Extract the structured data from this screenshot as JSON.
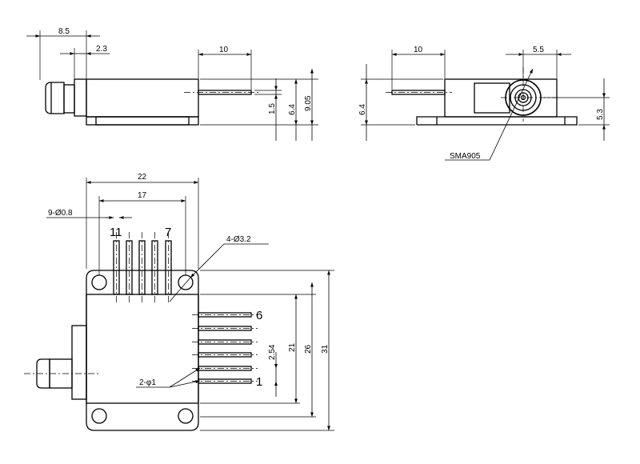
{
  "labels": {
    "side_total_width": "8.5",
    "side_flange_width": "2.3",
    "side_lead_length": "10",
    "side_lead_height": "1.5",
    "side_body_height": "6.4",
    "side_total_height": "9.05",
    "front_lead_length": "10",
    "front_connector_offset": "5.5",
    "front_body_height": "6.4",
    "front_connector_height": "5.3",
    "connector": "SMA905",
    "top_width_22": "22",
    "top_pin_span_17": "17",
    "top_pin_diameter": "9-Ø0.8",
    "top_mount_holes": "4-Ø3.2",
    "top_pin_first": "11",
    "top_pin_last": "7",
    "top_pin_6": "6",
    "top_pin_1": "1",
    "top_pitch": "2.54",
    "top_side_pin_dia": "2-φ1",
    "top_height_21": "21",
    "top_height_26": "26",
    "top_height_31": "31"
  }
}
